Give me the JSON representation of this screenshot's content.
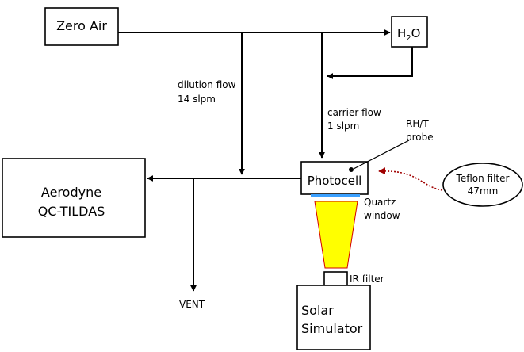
{
  "boxes": {
    "zero_air": "Zero Air",
    "h2o_main": "H",
    "h2o_sub": "2",
    "h2o_tail": "O",
    "instrument_line1": "Aerodyne",
    "instrument_line2": "QC-TILDAS",
    "photocell": "Photocell",
    "teflon_line1": "Teflon filter",
    "teflon_line2": "47mm",
    "solar_line1": "Solar",
    "solar_line2": "Simulator"
  },
  "labels": {
    "dilution_line1": "dilution flow",
    "dilution_line2": "14 slpm",
    "carrier_line1": "carrier flow",
    "carrier_line2": "1 slpm",
    "rht_line1": "RH/T",
    "rht_line2": "probe",
    "quartz_line1": "Quartz",
    "quartz_line2": "window",
    "ir_filter": "IR filter",
    "vent": "VENT"
  },
  "colors": {
    "lens_fill": "#ffff00",
    "lens_stroke": "#d40000",
    "quartz_window": "#3aa0ff",
    "dotted_arrow": "#a00000"
  }
}
